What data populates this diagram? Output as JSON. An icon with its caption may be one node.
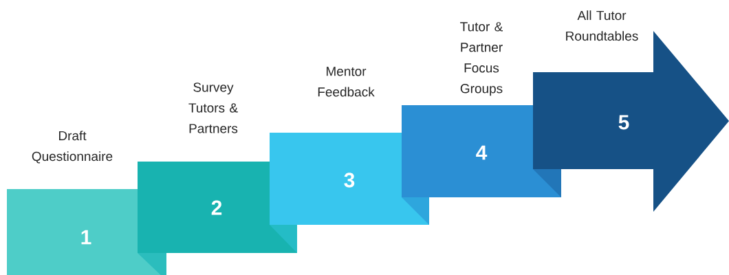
{
  "diagram": {
    "nodes": [
      {
        "text": [
          "Draft Questionnaire",
          "1"
        ]
      },
      {
        "text": [
          "Survey Tutors & Partners",
          "2"
        ]
      },
      {
        "text": [
          "Mentor Feedback",
          "3"
        ]
      },
      {
        "text": [
          "Tutor & Partner Focus Groups",
          "4"
        ]
      },
      {
        "text": [
          "All Tutor Roundtables",
          "5"
        ]
      }
    ]
  }
}
